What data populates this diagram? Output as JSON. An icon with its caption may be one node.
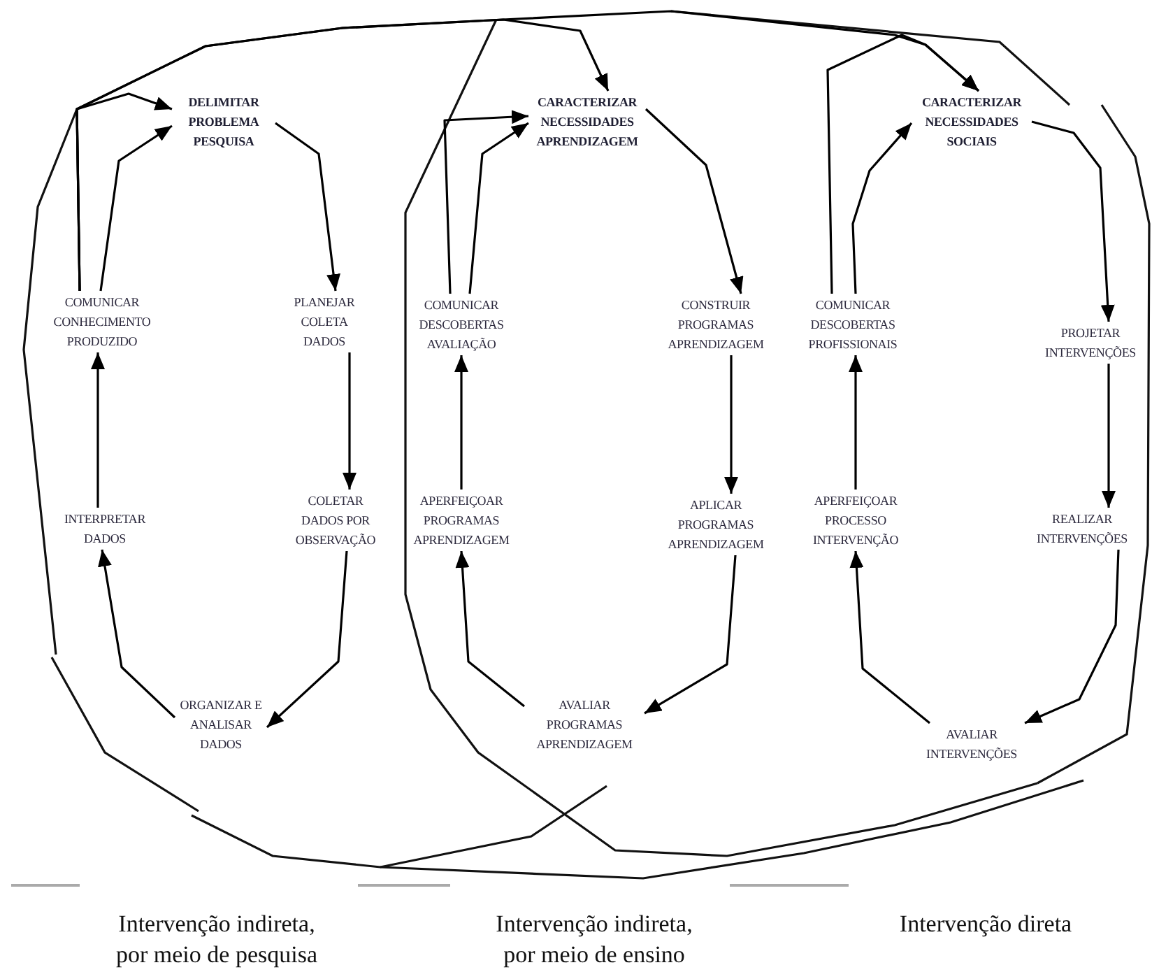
{
  "diagram": {
    "nodes": [
      {
        "text": [
          "DELIMITAR PROBLEMA PESQUISA"
        ]
      },
      {
        "text": [
          "PLANEJAR COLETA DADOS"
        ]
      },
      {
        "text": [
          "COLETAR DADOS POR OBSERVAÇÃO"
        ]
      },
      {
        "text": [
          "ORGANIZAR E ANALISAR DADOS"
        ]
      },
      {
        "text": [
          "INTERPRETAR DADOS"
        ]
      },
      {
        "text": [
          "COMUNICAR CONHECIMENTO PRODUZIDO"
        ]
      },
      {
        "text": [
          "CARACTERIZAR NECESSIDADES APRENDIZAGEM"
        ]
      },
      {
        "text": [
          "CONSTRUIR PROGRAMAS APRENDIZAGEM"
        ]
      },
      {
        "text": [
          "APLICAR PROGRAMAS APRENDIZAGEM"
        ]
      },
      {
        "text": [
          "AVALIAR PROGRAMAS APRENDIZAGEM"
        ]
      },
      {
        "text": [
          "APERFEIÇOAR PROGRAMAS APRENDIZAGEM"
        ]
      },
      {
        "text": [
          "COMUNICAR DESCOBERTAS AVALIAÇÃO"
        ]
      },
      {
        "text": [
          "CARACTERIZAR NECESSIDADES SOCIAIS"
        ]
      },
      {
        "text": [
          "PROJETAR INTERVENÇÕES"
        ]
      },
      {
        "text": [
          "REALIZAR INTERVENÇÕES"
        ]
      },
      {
        "text": [
          "AVALIAR INTERVENÇÕES"
        ]
      },
      {
        "text": [
          "APERFEIÇOAR PROCESSO INTERVENÇÃO"
        ]
      },
      {
        "text": [
          "COMUNICAR DESCOBERTAS PROFISSIONAIS"
        ]
      }
    ],
    "edges": [
      {
        "from": 0,
        "to": 1,
        "arrow": "to"
      },
      {
        "from": 1,
        "to": 2,
        "arrow": "to"
      },
      {
        "from": 2,
        "to": 3,
        "arrow": "to"
      },
      {
        "from": 3,
        "to": 4,
        "arrow": "to"
      },
      {
        "from": 4,
        "to": 5,
        "arrow": "to"
      },
      {
        "from": 5,
        "to": 0,
        "arrow": "to"
      },
      {
        "from": 5,
        "to": 0,
        "arrow": "to"
      },
      {
        "from": 5,
        "to": 6,
        "arrow": "to"
      },
      {
        "from": 5,
        "to": 12,
        "arrow": "to"
      },
      {
        "from": 6,
        "to": 7,
        "arrow": "to"
      },
      {
        "from": 7,
        "to": 8,
        "arrow": "to"
      },
      {
        "from": 8,
        "to": 9,
        "arrow": "to"
      },
      {
        "from": 9,
        "to": 10,
        "arrow": "to"
      },
      {
        "from": 10,
        "to": 11,
        "arrow": "to"
      },
      {
        "from": 11,
        "to": 6,
        "arrow": "to"
      },
      {
        "from": 11,
        "to": 6,
        "arrow": "to"
      },
      {
        "from": 12,
        "to": 13,
        "arrow": "to"
      },
      {
        "from": 13,
        "to": 14,
        "arrow": "to"
      },
      {
        "from": 14,
        "to": 15,
        "arrow": "to"
      },
      {
        "from": 15,
        "to": 16,
        "arrow": "to"
      },
      {
        "from": 16,
        "to": 17,
        "arrow": "to"
      },
      {
        "from": 17,
        "to": 12,
        "arrow": "to"
      },
      {
        "from": 17,
        "to": 12,
        "arrow": "to"
      }
    ],
    "labels": [
      "Intervenção indireta, por meio de pesquisa",
      "Intervenção indireta, por meio de ensino",
      "Intervenção direta"
    ]
  }
}
